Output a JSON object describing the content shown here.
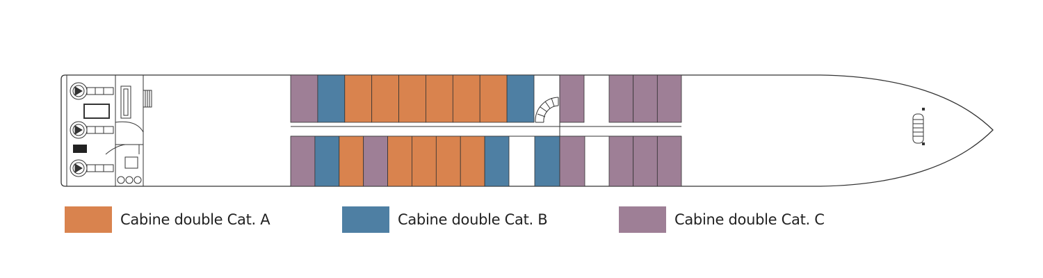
{
  "legend": [
    {
      "category": "A",
      "label": "Cabine double Cat. A",
      "color": "#D9834E"
    },
    {
      "category": "B",
      "label": "Cabine double Cat. B",
      "color": "#4E7FA3"
    },
    {
      "category": "C",
      "label": "Cabine double Cat. C",
      "color": "#9E7F96"
    }
  ],
  "colors": {
    "hull_stroke": "#333333",
    "background": "#ffffff"
  },
  "cabins": {
    "top_row": [
      "C",
      "B",
      "A",
      "A",
      "A",
      "A",
      "A",
      "A",
      "B"
    ],
    "bottom_row": [
      "C",
      "B",
      "A",
      "C",
      "A",
      "A",
      "A",
      "A",
      "B"
    ],
    "center_top": [
      "C"
    ],
    "center_bottom": [
      "B",
      "C"
    ],
    "fwd_top": [
      "C",
      "C",
      "C"
    ],
    "fwd_bottom": [
      "C",
      "C",
      "C"
    ]
  }
}
